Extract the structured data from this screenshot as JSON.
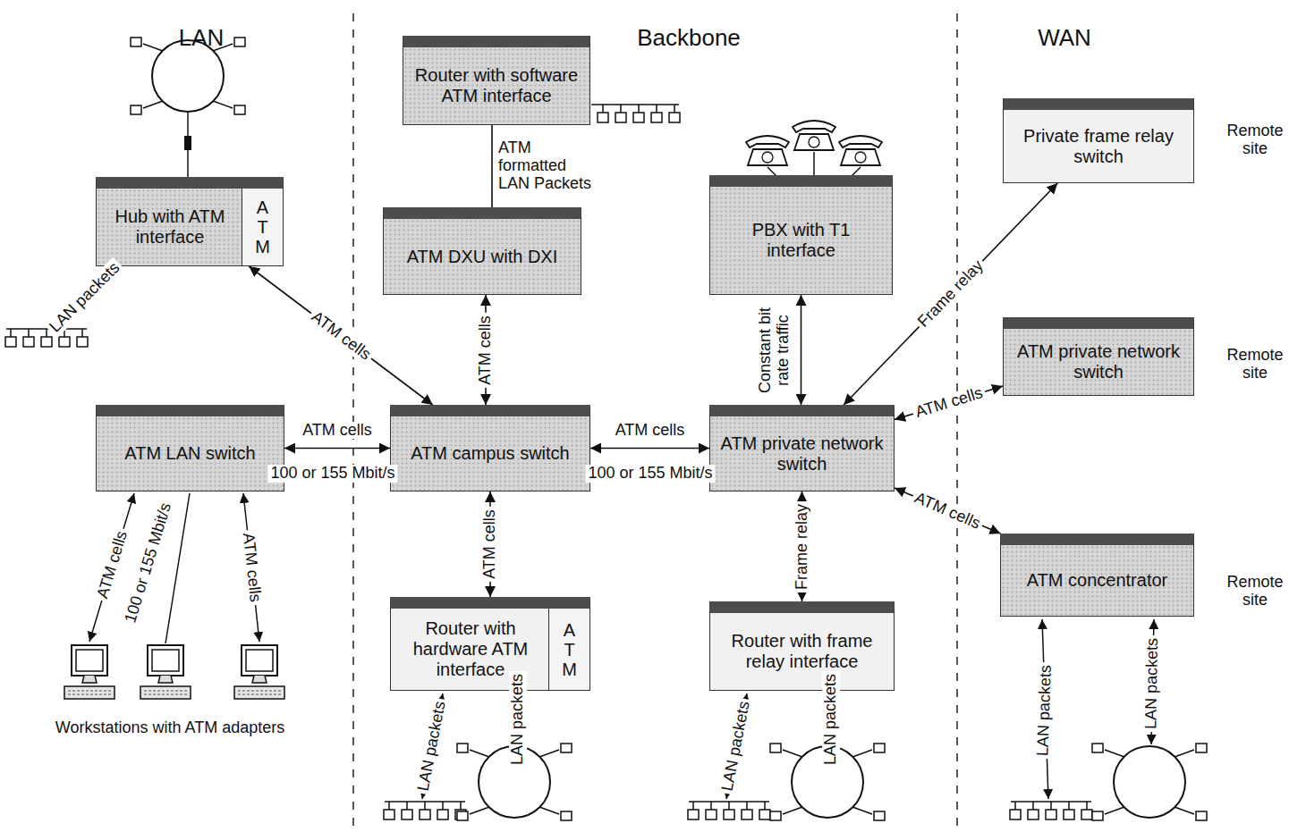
{
  "diagram": {
    "nodes": [
      {
        "text": [
          "Router with software ATM interface"
        ]
      },
      {
        "text": [
          "Hub with ATM interface"
        ]
      },
      {
        "text": [
          "ATM"
        ],
        "in": 1
      },
      {
        "text": [
          "ATM DXU with DXI"
        ]
      },
      {
        "text": [
          "PBX with T1 interface"
        ]
      },
      {
        "text": [
          "Private frame relay switch"
        ]
      },
      {
        "text": [
          "ATM private network switch"
        ]
      },
      {
        "text": [
          "ATM LAN switch"
        ]
      },
      {
        "text": [
          "ATM campus switch"
        ]
      },
      {
        "text": [
          "ATM private network switch"
        ]
      },
      {
        "text": [
          "ATM concentrator"
        ]
      },
      {
        "text": [
          "Router with hardware ATM interface"
        ]
      },
      {
        "text": [
          "ATM"
        ],
        "in": 11
      },
      {
        "text": [
          "Router with frame relay interface"
        ]
      }
    ],
    "edges": [
      {
        "from": 1,
        "to": 8,
        "label": "ATM cells",
        "arrow": "both"
      },
      {
        "from": 0,
        "to": 3,
        "label": "ATM formatted LAN Packets",
        "arrow": "none"
      },
      {
        "from": 3,
        "to": 8,
        "label": "ATM cells",
        "arrow": "both"
      },
      {
        "from": 7,
        "to": 8,
        "label": "ATM cells",
        "arrow": "both"
      },
      {
        "from": 8,
        "to": 9,
        "label": "ATM cells",
        "arrow": "both"
      },
      {
        "from": 8,
        "to": 11,
        "label": "ATM cells",
        "arrow": "both"
      },
      {
        "from": 4,
        "to": 9,
        "label": "Constant bit rate traffic",
        "arrow": "both"
      },
      {
        "from": 9,
        "to": 5,
        "label": "Frame relay",
        "arrow": "both"
      },
      {
        "from": 9,
        "to": 6,
        "label": "ATM cells",
        "arrow": "both"
      },
      {
        "from": 9,
        "to": 10,
        "label": "ATM cells",
        "arrow": "both"
      },
      {
        "from": 9,
        "to": 13,
        "label": "Frame relay",
        "arrow": "both"
      }
    ],
    "labels": [
      "LAN",
      "Backbone",
      "WAN",
      "Remote site",
      "Remote site",
      "Remote site",
      "LAN packets",
      "ATM cells",
      "100 or 155 Mbit/s",
      "ATM cells",
      "Workstations with ATM adapters",
      "100 or 155 Mbit/s",
      "100 or 155 Mbit/s",
      "LAN packets",
      "LAN packets",
      "LAN packets",
      "LAN packets",
      "LAN packets",
      "LAN packets"
    ]
  }
}
